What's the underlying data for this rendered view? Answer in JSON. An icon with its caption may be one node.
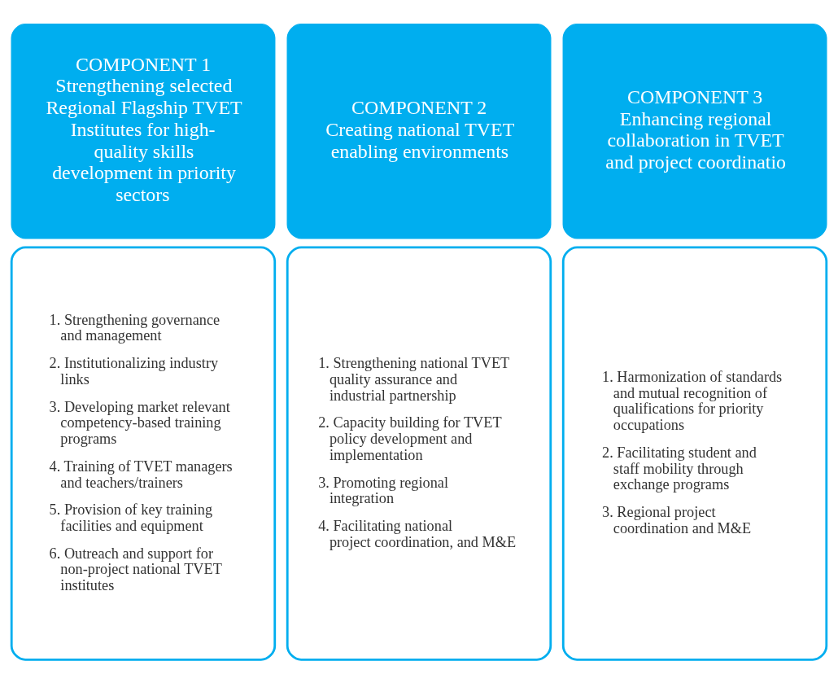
{
  "diagram": {
    "nodes": [
      {
        "text": [
          "COMPONENT 1",
          "Strengthening selected Regional Flagship TVET Institutes for high- quality skills development in priority sectors"
        ]
      },
      {
        "text": [
          "COMPONENT 2",
          "Creating national TVET enabling environments"
        ]
      },
      {
        "text": [
          "COMPONENT 3",
          "Enhancing regional collaboration in TVET and project coordinatio"
        ]
      },
      {
        "text": [
          "1. Strengthening governance and management",
          "2. Institutionalizing industry links",
          "3. Developing market relevant competency-based training programs",
          "4. Training of TVET managers and teachers/trainers",
          "5. Provision of key training facilities and equipment",
          "6. Outreach and support for non-project national TVET institutes"
        ]
      },
      {
        "text": [
          "1. Strengthening national TVET quality assurance and industrial partnership",
          "2. Capacity building for TVET policy development and implementation",
          "3. Promoting regional integration",
          "4. Facilitating national project coordination, and M&E"
        ]
      },
      {
        "text": [
          "1. Harmonization of standards and mutual recognition of qualifications for priority occupations",
          "2. Facilitating student and staff mobility through exchange programs",
          "3. Regional project coordination and M&E"
        ]
      }
    ],
    "edges": []
  }
}
